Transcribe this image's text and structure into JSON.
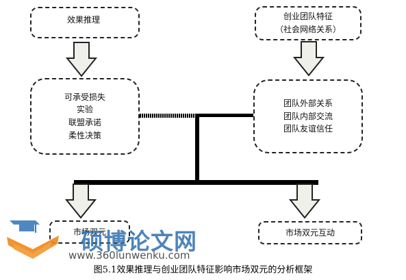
{
  "boxes": {
    "effectual_reasoning": {
      "lines": [
        "效果推理"
      ]
    },
    "team_traits": {
      "lines": [
        "创业团队特征",
        "（社会网络关系）"
      ]
    },
    "effectual_principles": {
      "lines": [
        "可承受损失",
        "实验",
        "联盟承诺",
        "柔性决策"
      ]
    },
    "team_relations": {
      "lines": [
        "团队外部关系",
        "团队内部交流",
        "团队友谊信任"
      ]
    },
    "market_left": {
      "lines": [
        "市场双元"
      ]
    },
    "market_interaction": {
      "lines": [
        "市场双元互动"
      ]
    }
  },
  "watermark": {
    "site_name": "硕博论文网",
    "url": "www.360lunwenku.com"
  },
  "caption": "图5.1效果推理与创业团队特征影响市场双元的分析框架"
}
